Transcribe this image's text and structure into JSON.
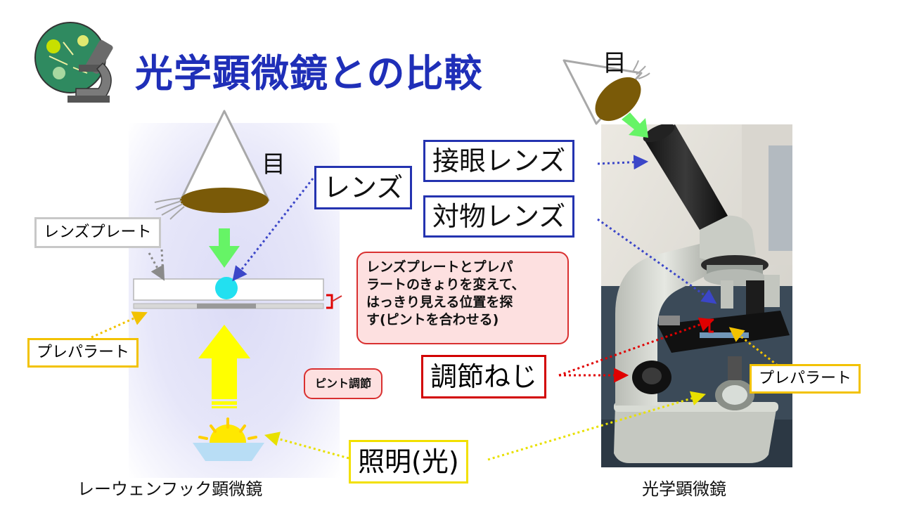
{
  "title": "光学顕微鏡との比較",
  "eye_left": "目",
  "eye_right": "目",
  "labels": {
    "lens": "レンズ",
    "lens_plate": "レンズプレート",
    "preparat_left": "プレパラート",
    "preparat_right": "プレパラート",
    "eyepiece": "接眼レンズ",
    "objective": "対物レンズ",
    "focus_knob": "調節ねじ",
    "focus_adjust": "ピント調節",
    "illumination": "照明(光)"
  },
  "callout": {
    "line1": "レンズプレートとプレパ",
    "line2": "ラートのきょりを変えて、",
    "line3": "はっきり見える位置を探",
    "line4": "す(ピントを合わせる)"
  },
  "captions": {
    "leeuwenhoek": "レーウェンフック顕微鏡",
    "optical": "光学顕微鏡"
  },
  "colors": {
    "title": "#1f2fb8",
    "blue_frame": "#2433b0",
    "red_frame": "#d20000",
    "yellow_frame": "#f2c200",
    "gray_frame": "#c8c8c8",
    "green_arrow": "#66f466",
    "light_arrow": "#ffff00",
    "lens_bead": "#22e0f0",
    "pupil": "#7a5a08"
  },
  "icons": [
    "microscope-logo-icon",
    "eye-icon",
    "sun-icon"
  ]
}
